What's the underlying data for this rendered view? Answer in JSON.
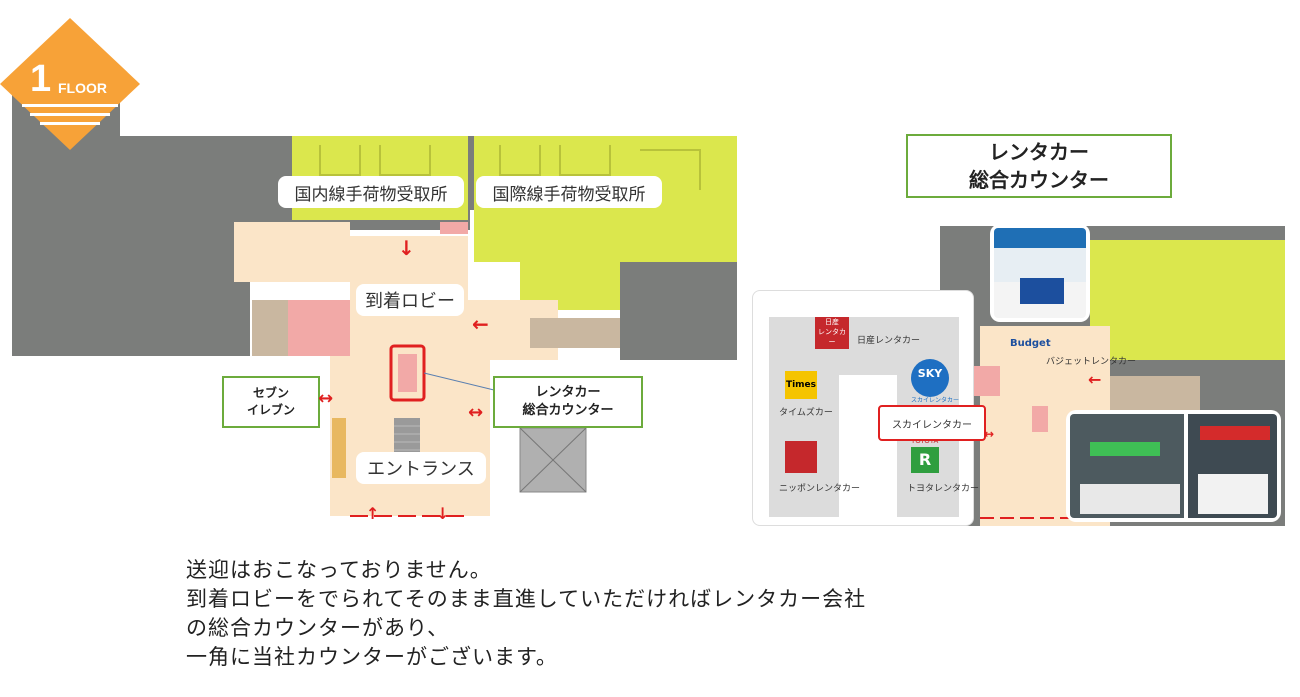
{
  "floor_badge": {
    "number": "1",
    "text": "FLOOR"
  },
  "left_map": {
    "labels": {
      "domestic_baggage": "国内線手荷物受取所",
      "international_baggage": "国際線手荷物受取所",
      "arrival_lobby": "到着ロビー",
      "entrance": "エントランス"
    },
    "callouts": {
      "seven_eleven": [
        "セブン",
        "イレブン"
      ],
      "rental_counter": [
        "レンタカー",
        "総合カウンター"
      ]
    }
  },
  "right_panel": {
    "title": [
      "レンタカー",
      "総合カウンター"
    ],
    "companies": {
      "nissan_logo": "日産\nレンタカー",
      "nissan": "日産レンタカー",
      "times_logo": "Times",
      "times": "タイムズカー",
      "nippon": "ニッポンレンタカー",
      "sky_logo": "SKY",
      "sky_sub": "スカイレンタカー",
      "sky_highlight": "スカイレンタカー",
      "toyota_logo": "TOYOTA",
      "toyota": "トヨタレンタカー",
      "budget_logo": "Budget",
      "budget": "バジェットレンタカー"
    }
  },
  "caption": [
    "送迎はおこなっておりません。",
    "到着ロビーをでられてそのまま直進していただければレンタカー会社",
    "の総合カウンターがあり、",
    "一角に当社カウンターがございます。"
  ],
  "colors": {
    "dark_gray": "#7b7d7b",
    "yellow_green": "#dbe74d",
    "peach": "#fbe5c8",
    "pink": "#f2a9a7",
    "orange": "#f7a238",
    "accent_red": "#e02020",
    "green_border": "#6cab3c"
  }
}
